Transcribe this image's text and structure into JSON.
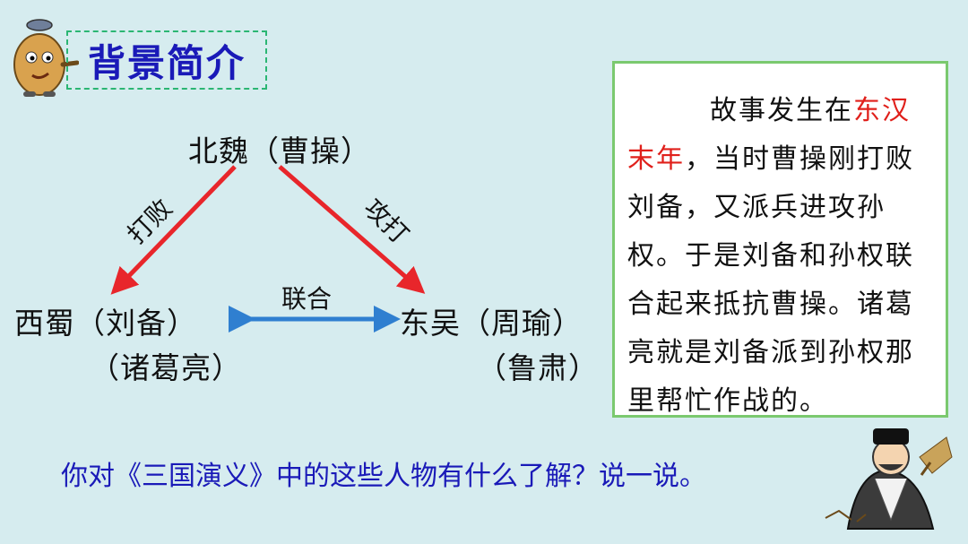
{
  "title": "背景简介",
  "nodes": {
    "north": "北魏（曹操）",
    "west_line1": "西蜀（刘备）",
    "west_line2": "（诸葛亮）",
    "east_line1": "东吴（周瑜）",
    "east_line2": "（鲁肃）"
  },
  "edges": {
    "defeat": "打败",
    "attack": "攻打",
    "ally": "联合"
  },
  "colors": {
    "arrow_red": "#e8262b",
    "arrow_blue": "#2f7fd0",
    "highlight": "#e0201b",
    "title_blue": "#1a1ab8"
  },
  "background": {
    "part1": "故事发生在",
    "highlight": "东汉末年",
    "part2": "，当时曹操刚打败刘备，又派兵进攻孙权。于是刘备和孙权联合起来抵抗曹操。诸葛亮就是刘备派到孙权那里帮忙作战的。"
  },
  "question": "你对《三国演义》中的这些人物有什么了解？说一说。",
  "icons": [
    "egg-mascot-icon",
    "zhuge-liang-figure-icon"
  ]
}
